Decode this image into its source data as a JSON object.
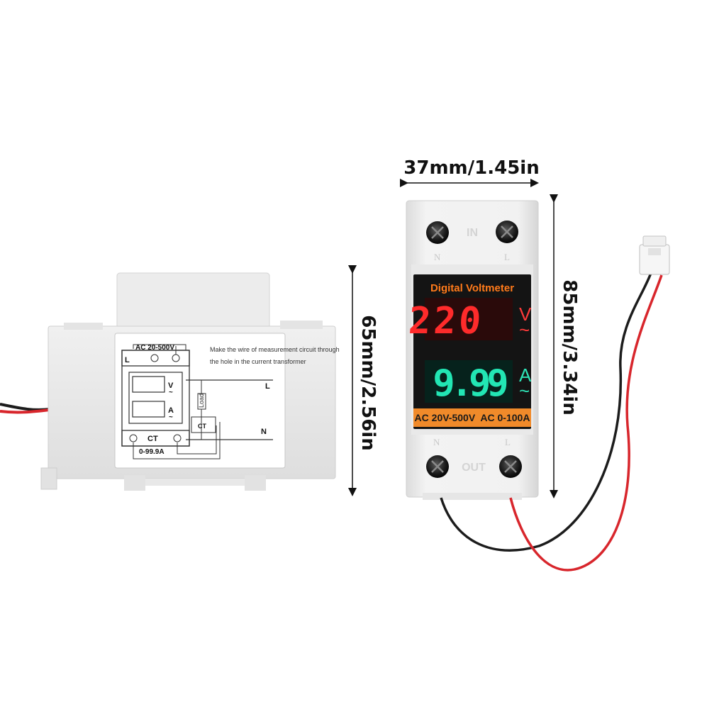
{
  "dimensions": {
    "width_label": "37mm/1.45in",
    "height_front_label": "85mm/3.34in",
    "height_side_label": "65mm/2.56in"
  },
  "side_label": {
    "voltage_range": "AC 20-500V",
    "instruction_line1": "Make the wire of measurement circuit through",
    "instruction_line2": "the hole in the current transformer",
    "terminal_L_left": "L",
    "unit_v": "V",
    "unit_a": "A",
    "tilde": "~",
    "load": "Load",
    "ct_label": "CT",
    "ct_box": "CT",
    "current_range": "0-99.9A",
    "line_L": "L",
    "line_N": "N"
  },
  "front_panel": {
    "top_emboss": "IN",
    "bottom_emboss": "OUT",
    "terminal_L": "L",
    "terminal_N": "N",
    "title": "Digital Voltmeter",
    "voltage_reading": "220",
    "voltage_unit": "V",
    "current_reading": "9.99",
    "current_unit": "A",
    "tilde": "~",
    "ranges": "AC 20V-500V  AC 0-100A"
  },
  "colors": {
    "housing": "#f2f2f2",
    "display_bg": "#141414",
    "digit_red": "#ff2b2b",
    "digit_green": "#22e6b4",
    "label_orange": "#f08a2a",
    "wire_red": "#d8262c",
    "wire_black": "#1c1c1c"
  }
}
